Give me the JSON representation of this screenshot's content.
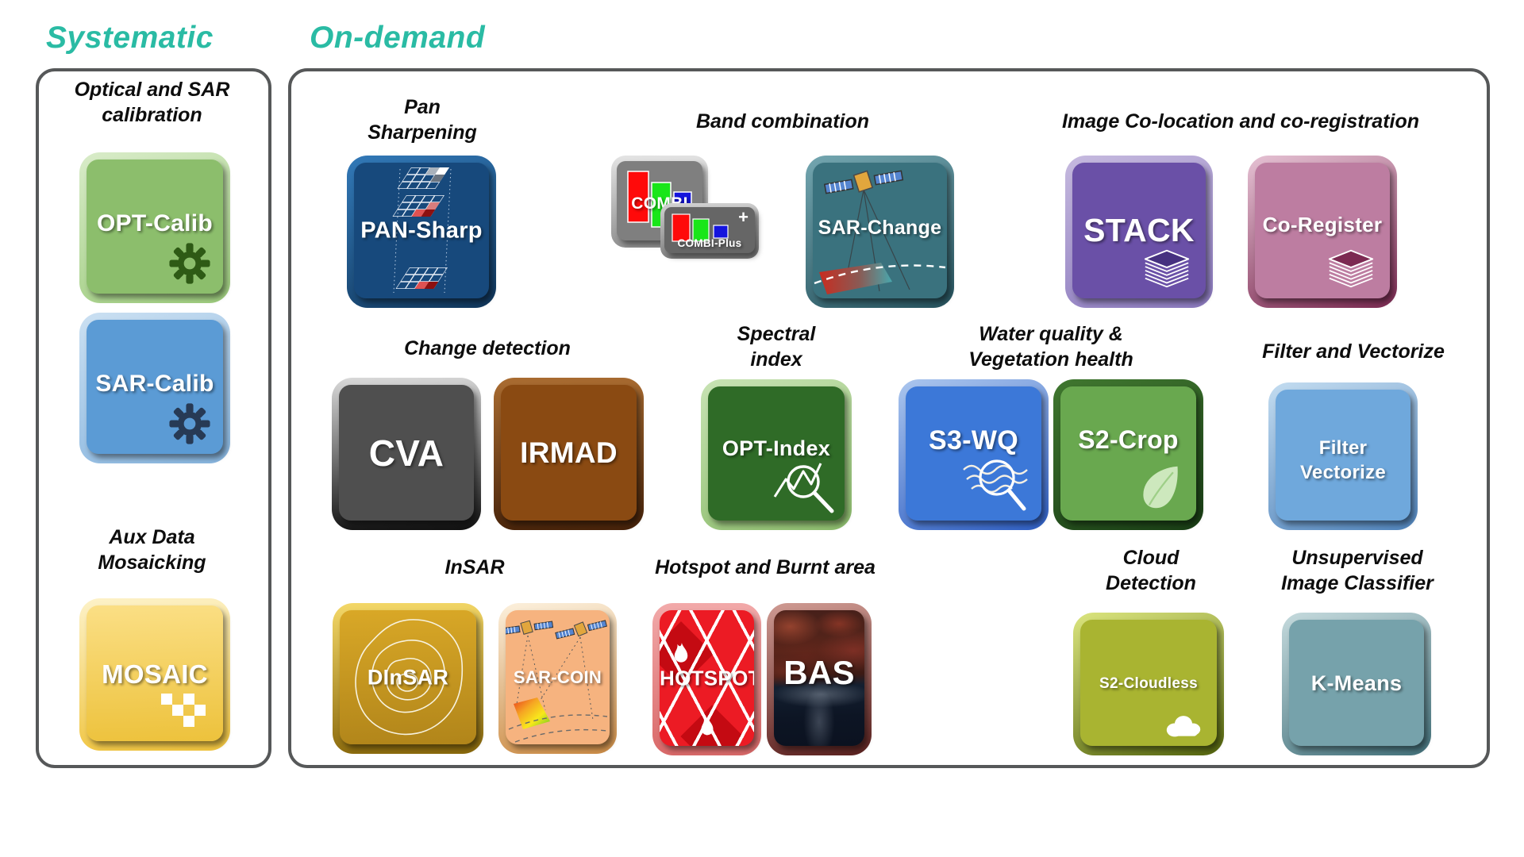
{
  "colors": {
    "accent_teal": "#2ABBA4",
    "panel_border": "#565859",
    "heading_text": "#0d0d0d",
    "tile_label": "#ffffff",
    "tiles": {
      "opt_calib": "#8cbe6c",
      "sar_calib": "#5b9bd5",
      "mosaic": "#f3cf52",
      "pan_sharp": "#17497c",
      "combi": "#7f7f7f",
      "combi_plus": "#666666",
      "sar_change": "#3a727e",
      "stack": "#6a50a7",
      "co_register": "#bd7da1",
      "cva": "#4f4f4f",
      "irmad": "#8a4a12",
      "opt_index": "#2f6b27",
      "s3_wq": "#3c78d8",
      "s2_crop": "#69a84f",
      "filter_vectorize": "#6fa8dc",
      "dinsar": "#c79a20",
      "sar_coin": "#f6b37f",
      "hotspot": "#ec1b24",
      "bas": "#3a1b14",
      "s2_cloudless": "#a9b431",
      "k_means": "#76a2ab"
    }
  },
  "icons": {
    "opt_calib": "gear-icon",
    "sar_calib": "gear-icon",
    "mosaic": "mosaic-squares-icon",
    "pan_sharp": "pixel-grids-art",
    "combi": "rgb-bars-icon",
    "combi_plus": "rgb-bars-icon",
    "sar_change": "satellite-icon",
    "stack": "layers-icon",
    "co_register": "layers-icon",
    "opt_index": "chart-magnifier-icon",
    "s3_wq": "waves-magnifier-icon",
    "s2_crop": "leaf-icon",
    "dinsar": "contour-lines-art",
    "sar_coin": "satellite-icon",
    "hotspot": "flame-icon",
    "bas": "burnt-area-image",
    "s2_cloudless": "cloud-icon"
  },
  "sys": {
    "title": "Systematic",
    "cal_heading": [
      "Optical and SAR",
      "calibration"
    ],
    "opt_calib": "OPT-Calib",
    "sar_calib": "SAR-Calib",
    "aux_heading": [
      "Aux Data",
      "Mosaicking"
    ],
    "mosaic": "MOSAIC"
  },
  "od": {
    "title": "On-demand",
    "pan": {
      "heading": [
        "Pan",
        "Sharpening"
      ],
      "tile": "PAN-Sharp"
    },
    "band": {
      "heading": [
        "Band combination"
      ],
      "combi": "COMBI",
      "combi_plus": "COMBI-Plus",
      "plus": "+",
      "sar_change": "SAR-Change"
    },
    "coloc": {
      "heading": [
        "Image Co-location and co-registration"
      ],
      "stack": "STACK",
      "co_register": "Co-Register"
    },
    "change": {
      "heading": [
        "Change detection"
      ],
      "cva": "CVA",
      "irmad": "IRMAD"
    },
    "spectral": {
      "heading": [
        "Spectral",
        "index"
      ],
      "tile": "OPT-Index"
    },
    "water": {
      "heading": [
        "Water quality &",
        "Vegetation health"
      ],
      "s3_wq": "S3-WQ",
      "s2_crop": "S2-Crop"
    },
    "filter": {
      "heading": [
        "Filter and Vectorize"
      ],
      "tile": [
        "Filter",
        "Vectorize"
      ]
    },
    "insar": {
      "heading": [
        "InSAR"
      ],
      "dinsar": "DInSAR",
      "sar_coin": "SAR-COIN"
    },
    "hotspot": {
      "heading": [
        "Hotspot and Burnt area"
      ],
      "hotspot": "HOTSPOT",
      "bas": "BAS"
    },
    "cloud": {
      "heading": [
        "Cloud",
        "Detection"
      ],
      "tile": "S2-Cloudless"
    },
    "unsup": {
      "heading": [
        "Unsupervised",
        "Image Classifier"
      ],
      "tile": "K-Means"
    }
  }
}
